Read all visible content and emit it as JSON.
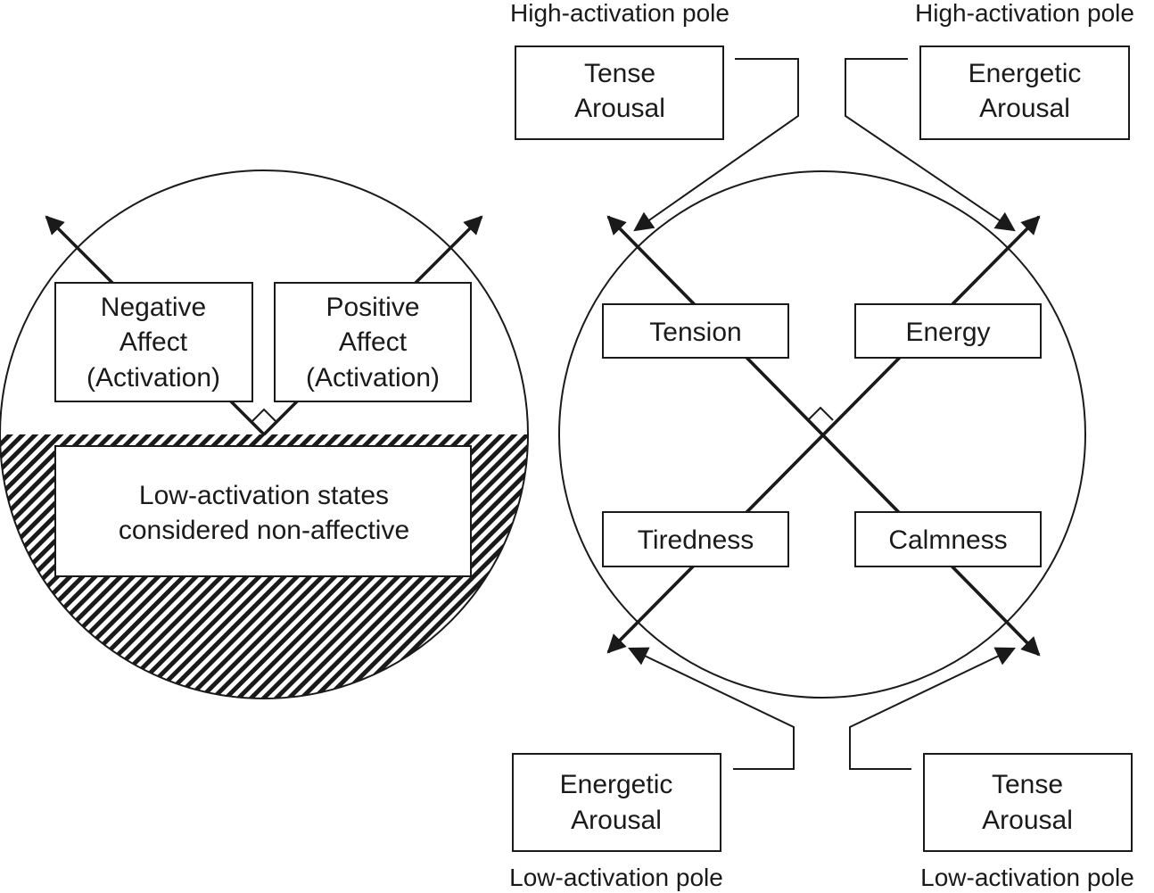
{
  "left_panel": {
    "negative_affect": [
      "Negative",
      "Affect",
      "(Activation)"
    ],
    "positive_affect": [
      "Positive",
      "Affect",
      "(Activation)"
    ],
    "low_activation": [
      "Low-activation states",
      "considered non-affective"
    ]
  },
  "right_panel": {
    "top_left_pole": "High-activation pole",
    "top_right_pole": "High-activation pole",
    "bottom_left_pole": "Low-activation pole",
    "bottom_right_pole": "Low-activation pole",
    "top_left_box": [
      "Tense",
      "Arousal"
    ],
    "top_right_box": [
      "Energetic",
      "Arousal"
    ],
    "bottom_left_box": [
      "Energetic",
      "Arousal"
    ],
    "bottom_right_box": [
      "Tense",
      "Arousal"
    ],
    "tension": "Tension",
    "energy": "Energy",
    "tiredness": "Tiredness",
    "calmness": "Calmness"
  }
}
